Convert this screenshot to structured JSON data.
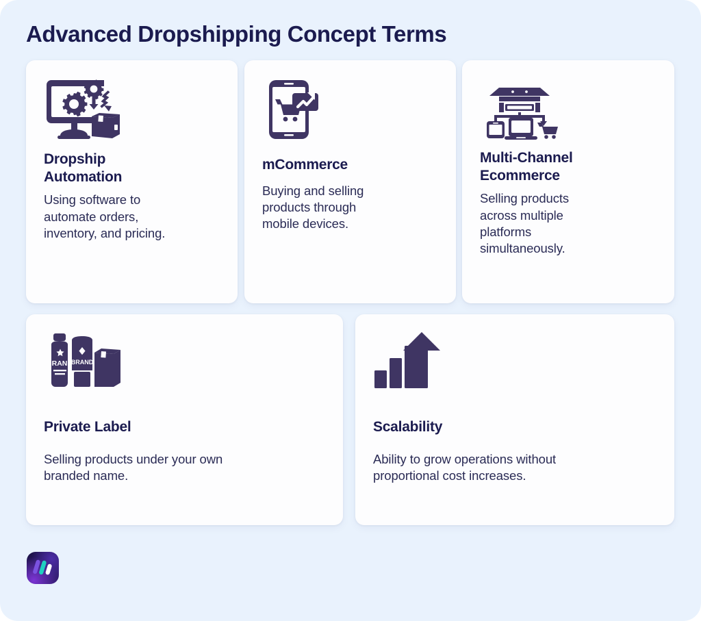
{
  "page": {
    "title": "Advanced Dropshipping Concept Terms",
    "background_color": "#e9f2fd",
    "card_background_color": "#fdfdfe",
    "heading_color": "#1b1b4f",
    "body_text_color": "#2a2b55",
    "icon_color": "#3f3563"
  },
  "cards": [
    {
      "id": "dropship-automation",
      "icon": "monitor-gears-package-icon",
      "title": "Dropship\nAutomation",
      "description": "Using software to\nautomate orders,\ninventory, and pricing."
    },
    {
      "id": "mcommerce",
      "icon": "mobile-shopping-cart-icon",
      "title": "mCommerce",
      "description": "Buying and selling\nproducts through\nmobile devices."
    },
    {
      "id": "multi-channel-ecommerce",
      "icon": "storefront-multi-device-icon",
      "title": "Multi-Channel\nEcommerce",
      "description": "Selling products\nacross multiple\nplatforms\nsimultaneously."
    },
    {
      "id": "private-label",
      "icon": "branded-products-icon",
      "title": "Private Label",
      "description": "Selling products under your own\nbranded name.",
      "icon_labels": [
        "BRAND",
        "BRAND"
      ]
    },
    {
      "id": "scalability",
      "icon": "growth-bar-arrow-icon",
      "title": "Scalability",
      "description": "Ability to grow operations without\nproportional cost increases."
    }
  ],
  "logo": {
    "name": "brand-logo",
    "stripe_colors": [
      "#7b52e0",
      "#1fd0c0",
      "#ffffff"
    ]
  }
}
